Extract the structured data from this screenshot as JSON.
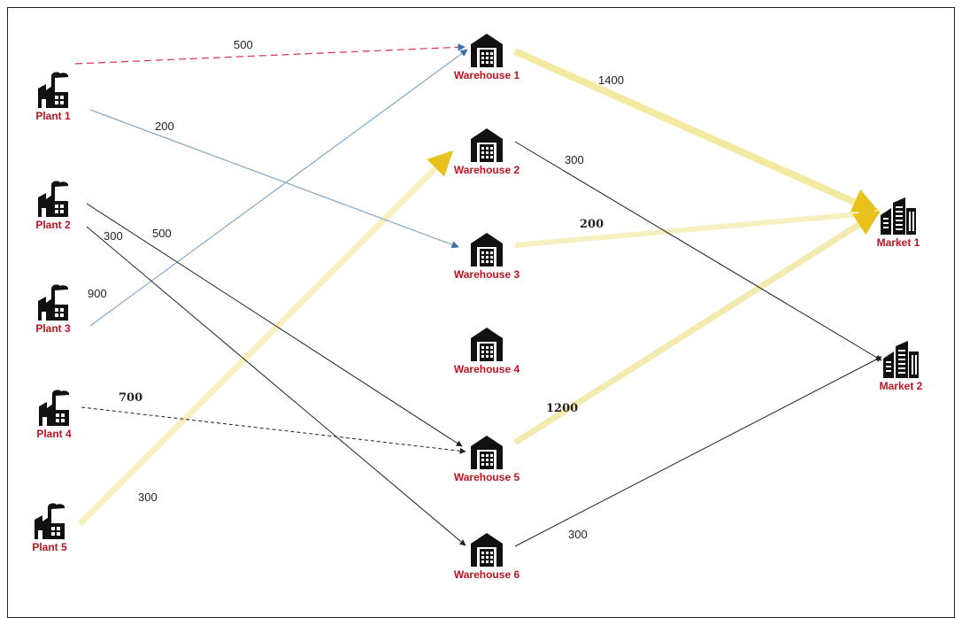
{
  "colors": {
    "label_red": "#c0121f",
    "icon": "#111111",
    "flow_dark": "#222222",
    "flow_blue": "#7fa7c9",
    "flow_red": "#d9304a",
    "flow_yellow": "#f3e9a0"
  },
  "plants": [
    {
      "label": "Plant 1",
      "icon": "factory-icon"
    },
    {
      "label": "Plant 2",
      "icon": "factory-icon"
    },
    {
      "label": "Plant 3",
      "icon": "factory-icon"
    },
    {
      "label": "Plant 4",
      "icon": "factory-icon"
    },
    {
      "label": "Plant 5",
      "icon": "factory-icon"
    }
  ],
  "warehouses": [
    {
      "label": "Warehouse 1",
      "icon": "warehouse-icon"
    },
    {
      "label": "Warehouse 2",
      "icon": "warehouse-icon"
    },
    {
      "label": "Warehouse 3",
      "icon": "warehouse-icon"
    },
    {
      "label": "Warehouse 4",
      "icon": "warehouse-icon"
    },
    {
      "label": "Warehouse 5",
      "icon": "warehouse-icon"
    },
    {
      "label": "Warehouse 6",
      "icon": "warehouse-icon"
    }
  ],
  "markets": [
    {
      "label": "Market 1",
      "icon": "office-building-icon"
    },
    {
      "label": "Market 2",
      "icon": "office-building-icon"
    }
  ],
  "flows": [
    {
      "from": "Plant 1",
      "to": "Warehouse 1",
      "value": "500",
      "style": "red-dashed"
    },
    {
      "from": "Plant 1",
      "to": "Warehouse 3",
      "value": "200",
      "style": "blue"
    },
    {
      "from": "Plant 2",
      "to": "Warehouse 5",
      "value": "500",
      "style": "dark"
    },
    {
      "from": "Plant 2",
      "to": "Warehouse 6",
      "value": "300",
      "style": "dark"
    },
    {
      "from": "Plant 3",
      "to": "Warehouse 1",
      "value": "900",
      "style": "blue"
    },
    {
      "from": "Plant 4",
      "to": "Warehouse 5",
      "value": "700",
      "style": "dark-dashed"
    },
    {
      "from": "Plant 5",
      "to": "Warehouse 2",
      "value": "300",
      "style": "yellow"
    },
    {
      "from": "Warehouse 1",
      "to": "Market 1",
      "value": "1400",
      "style": "yellow"
    },
    {
      "from": "Warehouse 2",
      "to": "Market 2",
      "value": "300",
      "style": "dark"
    },
    {
      "from": "Warehouse 3",
      "to": "Market 1",
      "value": "200",
      "style": "yellow"
    },
    {
      "from": "Warehouse 5",
      "to": "Market 1",
      "value": "1200",
      "style": "yellow"
    },
    {
      "from": "Warehouse 6",
      "to": "Market 2",
      "value": "300",
      "style": "dark"
    }
  ]
}
